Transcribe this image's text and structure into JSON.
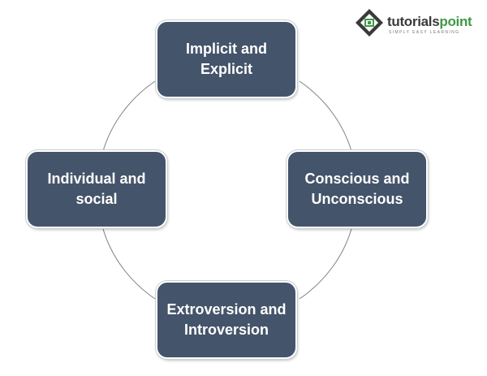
{
  "logo": {
    "name_part1": "tutorials",
    "name_part2": "point",
    "tagline": "SIMPLY EASY LEARNING"
  },
  "diagram": {
    "type": "cycle",
    "box_color": "#44546a",
    "text_color": "#ffffff",
    "connector_color": "#7f7f7f",
    "nodes": [
      {
        "position": "top",
        "label": "Implicit and Explicit"
      },
      {
        "position": "right",
        "label": "Conscious and Unconscious"
      },
      {
        "position": "bottom",
        "label": "Extroversion and Introversion"
      },
      {
        "position": "left",
        "label": "Individual and social"
      }
    ]
  }
}
